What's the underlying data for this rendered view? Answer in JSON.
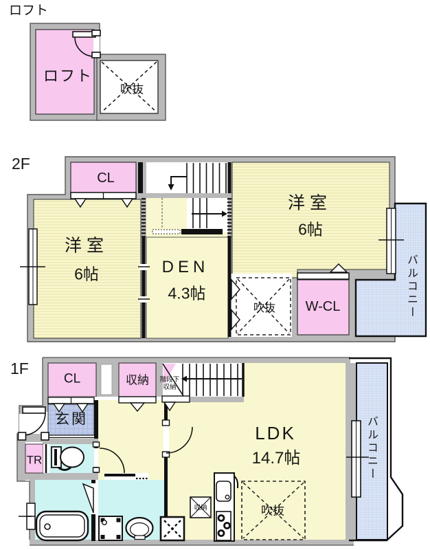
{
  "meta": {
    "type": "floor-plan",
    "floors": [
      "ロフト",
      "2F",
      "1F"
    ]
  },
  "colors": {
    "wall_gray": "#b9b9b9",
    "room_pink": "#f8c8ee",
    "room_yellow": "#f8f7cf",
    "room_cyan": "#cdf4f2",
    "balcony_blue": "#dae4f5",
    "entrance_tile": "#becbe9",
    "line_black": "#111111"
  },
  "loft": {
    "header": "ロフト",
    "room_label": "ロフト",
    "void_label": "吹抜"
  },
  "floor2": {
    "floor_label": "2F",
    "closet_label": "CL",
    "bedroom_right_name": "洋室",
    "bedroom_right_size": "6帖",
    "bedroom_left_name": "洋室",
    "bedroom_left_size": "6帖",
    "den_name": "DEN",
    "den_size": "4.3帖",
    "void_label": "吹抜",
    "walkin_closet_label": "W-CL",
    "balcony_label": "バルコニー"
  },
  "floor1": {
    "floor_label": "1F",
    "closet_label": "CL",
    "storage_label": "収納",
    "understair_line1": "階段下",
    "understair_line2": "収納",
    "entrance_label": "玄関",
    "trunk_room_label": "TR",
    "ldk_name": "LDK",
    "ldk_size": "14.7帖",
    "kitchen_storage_label": "収納",
    "void_label": "吹抜",
    "balcony_label": "バルコニー"
  }
}
